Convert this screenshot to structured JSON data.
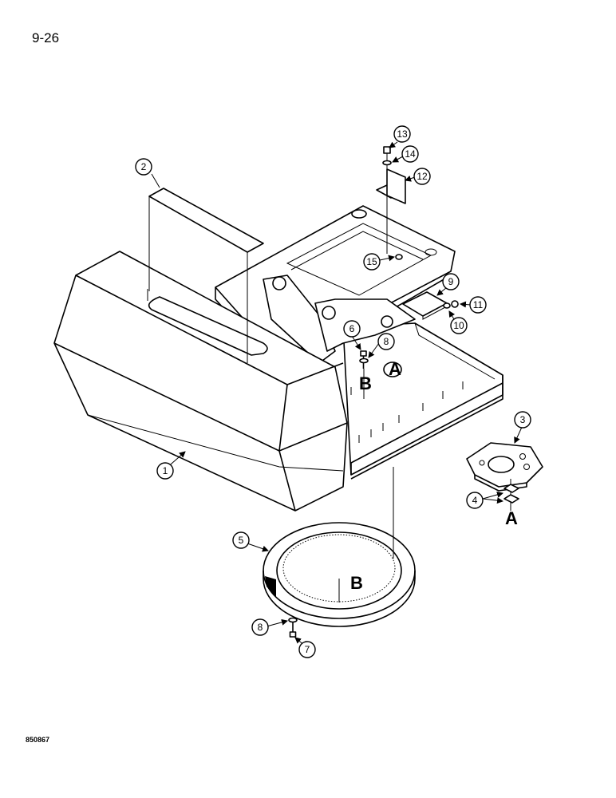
{
  "page": {
    "number": "9-26",
    "drawing_code": "850867"
  },
  "callouts": [
    "1",
    "2",
    "3",
    "4",
    "5",
    "6",
    "7",
    "8",
    "8",
    "9",
    "10",
    "11",
    "12",
    "13",
    "14",
    "15"
  ],
  "reference_letters": [
    "A",
    "B",
    "A",
    "B"
  ]
}
